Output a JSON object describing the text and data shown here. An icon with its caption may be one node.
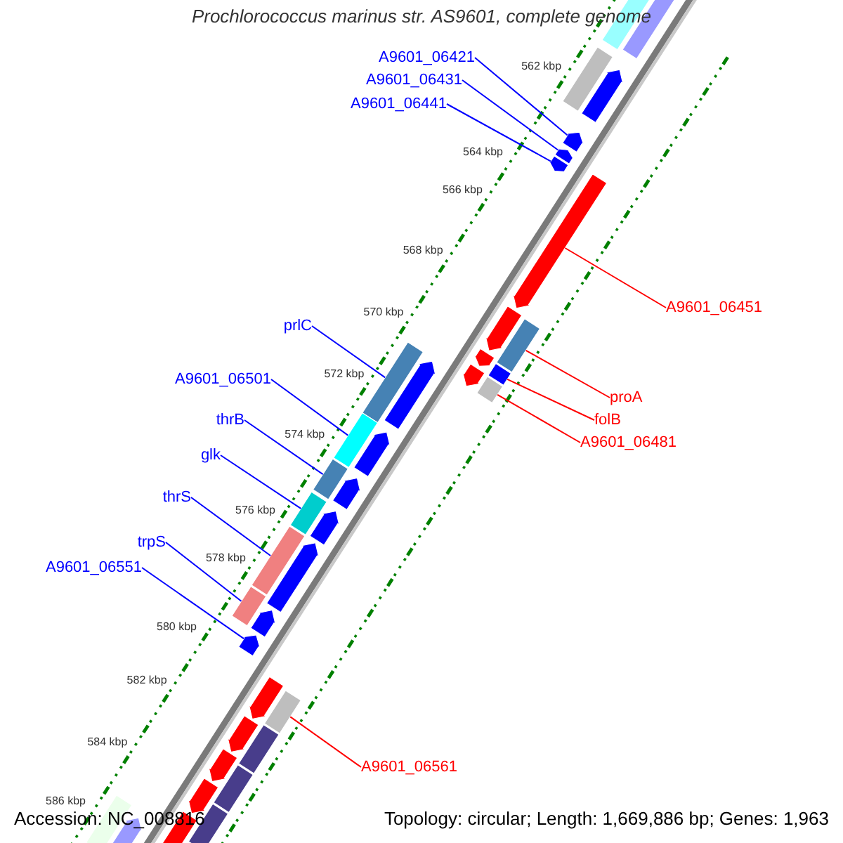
{
  "diagram": {
    "title": "Prochlorococcus marinus str. AS9601, complete genome",
    "nodes": [
      {
        "text": [
          "A9601_06421"
        ]
      },
      {
        "text": [
          "A9601_06431"
        ]
      },
      {
        "text": [
          "A9601_06441"
        ]
      },
      {
        "text": [
          "prlC"
        ]
      },
      {
        "text": [
          "A9601_06501"
        ]
      },
      {
        "text": [
          "thrB"
        ]
      },
      {
        "text": [
          "glk"
        ]
      },
      {
        "text": [
          "thrS"
        ]
      },
      {
        "text": [
          "trpS"
        ]
      },
      {
        "text": [
          "A9601_06551"
        ]
      },
      {
        "text": [
          "A9601_06451"
        ]
      },
      {
        "text": [
          "proA"
        ]
      },
      {
        "text": [
          "folB"
        ]
      },
      {
        "text": [
          "A9601_06481"
        ]
      },
      {
        "text": [
          "A9601_06561"
        ]
      },
      {
        "text": [],
        "shape": "arrow"
      },
      {
        "text": [],
        "shape": "arrow"
      },
      {
        "text": [],
        "shape": "arrow"
      },
      {
        "text": [],
        "shape": "box"
      },
      {
        "text": [],
        "shape": "box"
      },
      {
        "text": [],
        "shape": "box"
      },
      {
        "text": [],
        "shape": "box"
      },
      {
        "text": [],
        "shape": "box"
      },
      {
        "text": [],
        "shape": "box"
      },
      {
        "text": [],
        "shape": "arrow"
      },
      {
        "text": [],
        "shape": "arrow"
      },
      {
        "text": [],
        "shape": "box"
      },
      {
        "text": [],
        "shape": "box"
      },
      {
        "text": [],
        "shape": "box"
      },
      {
        "text": [],
        "shape": "box"
      },
      {
        "text": [],
        "shape": "box"
      },
      {
        "text": [],
        "shape": "arrow"
      },
      {
        "text": [],
        "shape": "box"
      },
      {
        "text": [],
        "shape": "arrow"
      },
      {
        "text": [],
        "shape": "arrow"
      },
      {
        "text": [],
        "shape": "arrow"
      },
      {
        "text": [],
        "shape": "arrow"
      },
      {
        "text": [],
        "shape": "arrow"
      },
      {
        "text": [],
        "shape": "arrow"
      },
      {
        "text": [],
        "shape": "arrow"
      },
      {
        "text": [],
        "shape": "arrow"
      },
      {
        "text": [],
        "shape": "arrow"
      },
      {
        "text": [],
        "shape": "arrow"
      },
      {
        "text": [],
        "shape": "arrow"
      },
      {
        "text": [],
        "shape": "box"
      },
      {
        "text": [],
        "shape": "arrow"
      },
      {
        "text": [],
        "shape": "arrow"
      },
      {
        "text": [],
        "shape": "box"
      },
      {
        "text": [],
        "shape": "arrow"
      },
      {
        "text": [],
        "shape": "box"
      },
      {
        "text": [],
        "shape": "arrow"
      },
      {
        "text": [],
        "shape": "box"
      },
      {
        "text": [],
        "shape": "arrow"
      }
    ],
    "edges": [
      {
        "from": 0,
        "to": 15,
        "arrow": "none"
      },
      {
        "from": 1,
        "to": 16,
        "arrow": "none"
      },
      {
        "from": 2,
        "to": 17,
        "arrow": "none"
      },
      {
        "from": 3,
        "to": 18,
        "arrow": "none"
      },
      {
        "from": 4,
        "to": 19,
        "arrow": "none"
      },
      {
        "from": 5,
        "to": 20,
        "arrow": "none"
      },
      {
        "from": 6,
        "to": 21,
        "arrow": "none"
      },
      {
        "from": 7,
        "to": 22,
        "arrow": "none"
      },
      {
        "from": 8,
        "to": 23,
        "arrow": "none"
      },
      {
        "from": 9,
        "to": 24,
        "arrow": "none"
      },
      {
        "from": 10,
        "to": 25,
        "arrow": "none",
        "color": "#ff0000"
      },
      {
        "from": 11,
        "to": 26,
        "arrow": "none",
        "color": "#ff0000"
      },
      {
        "from": 12,
        "to": 27,
        "arrow": "none",
        "color": "#ff0000"
      },
      {
        "from": 13,
        "to": 28,
        "arrow": "none",
        "color": "#ff0000"
      },
      {
        "from": 14,
        "to": 29,
        "arrow": "none",
        "color": "#ff0000"
      }
    ],
    "labels": [
      "562 kbp",
      "564 kbp",
      "566 kbp",
      "568 kbp",
      "570 kbp",
      "572 kbp",
      "574 kbp",
      "576 kbp",
      "578 kbp",
      "580 kbp",
      "582 kbp",
      "584 kbp",
      "586 kbp",
      "Accession: NC_008816",
      "Topology: circular; Length: 1,669,886 bp; Genes: 1,963"
    ]
  }
}
